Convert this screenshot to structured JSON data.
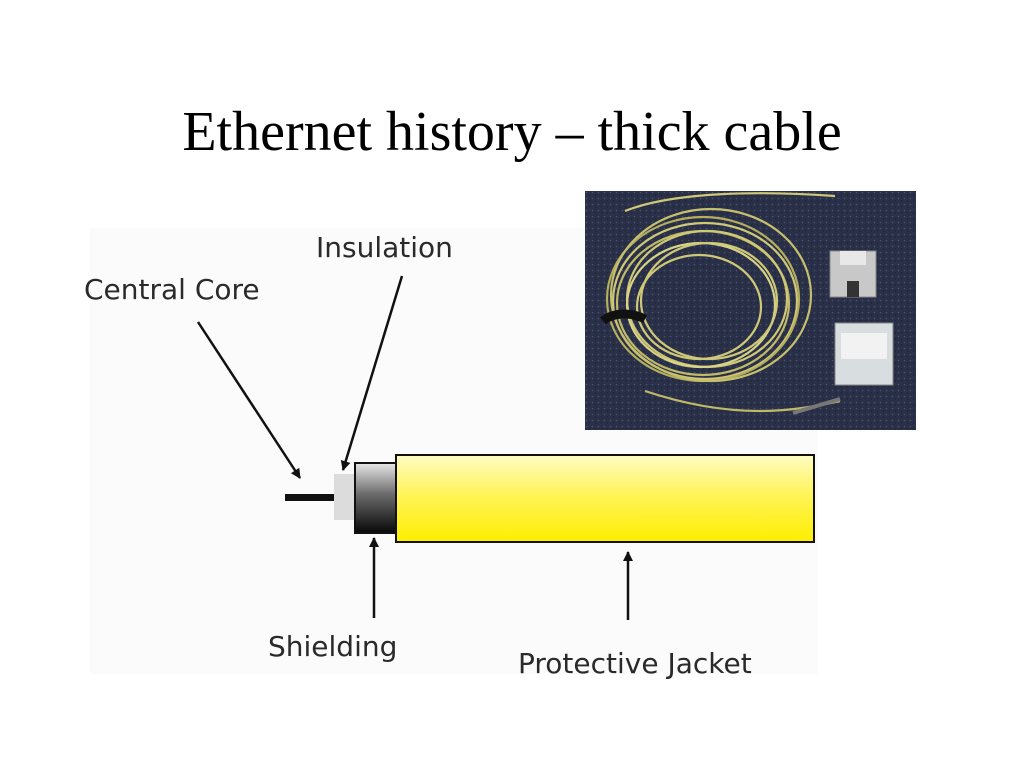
{
  "slide": {
    "title": "Ethernet history – thick cable"
  },
  "diagram": {
    "labels": {
      "central_core": "Central Core",
      "insulation": "Insulation",
      "shielding": "Shielding",
      "protective_jacket": "Protective Jacket"
    },
    "colors": {
      "jacket_yellow": "#ffee00",
      "jacket_light": "#fffcc4",
      "shield_dark": "#111111",
      "insulation": "#dcdcdc",
      "core": "#111111"
    }
  },
  "photo": {
    "subject": "coiled yellow thick ethernet cable with floppy disk and transceiver",
    "colors": {
      "background": "#2a3048",
      "cable": "#d8d27a"
    }
  }
}
